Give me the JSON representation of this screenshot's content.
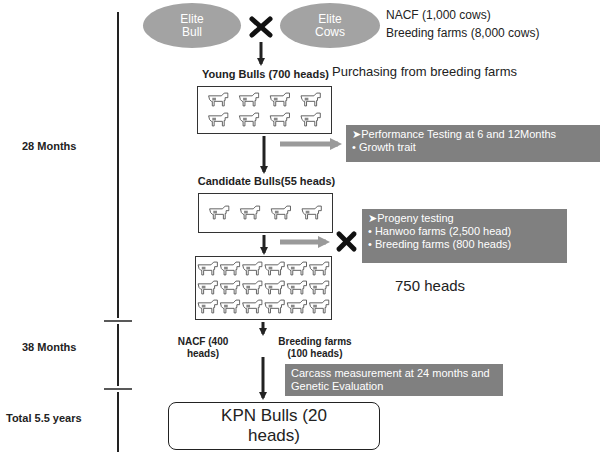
{
  "diagram": {
    "nodes": [
      {
        "text": [
          "Elite Bull"
        ]
      },
      {
        "text": [
          "Elite Cows"
        ]
      },
      {
        "text": [
          "Young Bulls (700 heads)"
        ]
      },
      {
        "text": [
          "➤Performance Testing at 6 and 12Months",
          "• Growth trait"
        ]
      },
      {
        "text": [
          "Candidate Bulls(55 heads)"
        ]
      },
      {
        "text": [
          "➤Progeny testing",
          "• Hanwoo farms (2,500 head)",
          "• Breeding farms (800 heads)"
        ]
      },
      {
        "text": [
          "750 heads"
        ]
      },
      {
        "text": [
          "Carcass measurement at 24 months and Genetic Evaluation"
        ]
      },
      {
        "text": [
          "KPN Bulls (20 heads)"
        ]
      }
    ],
    "edges": [
      {
        "from": 2,
        "to": 4,
        "arrow": "to"
      },
      {
        "from": 4,
        "to": 6,
        "arrow": "to"
      }
    ],
    "labels": [
      "NACF (1,000 cows)",
      "Breeding farms (8,000 cows)",
      "Purchasing from breeding farms",
      "NACF (400 heads)",
      "Breeding farms (100 heads)",
      "28 Months",
      "38 Months",
      "Total 5.5 years"
    ]
  }
}
